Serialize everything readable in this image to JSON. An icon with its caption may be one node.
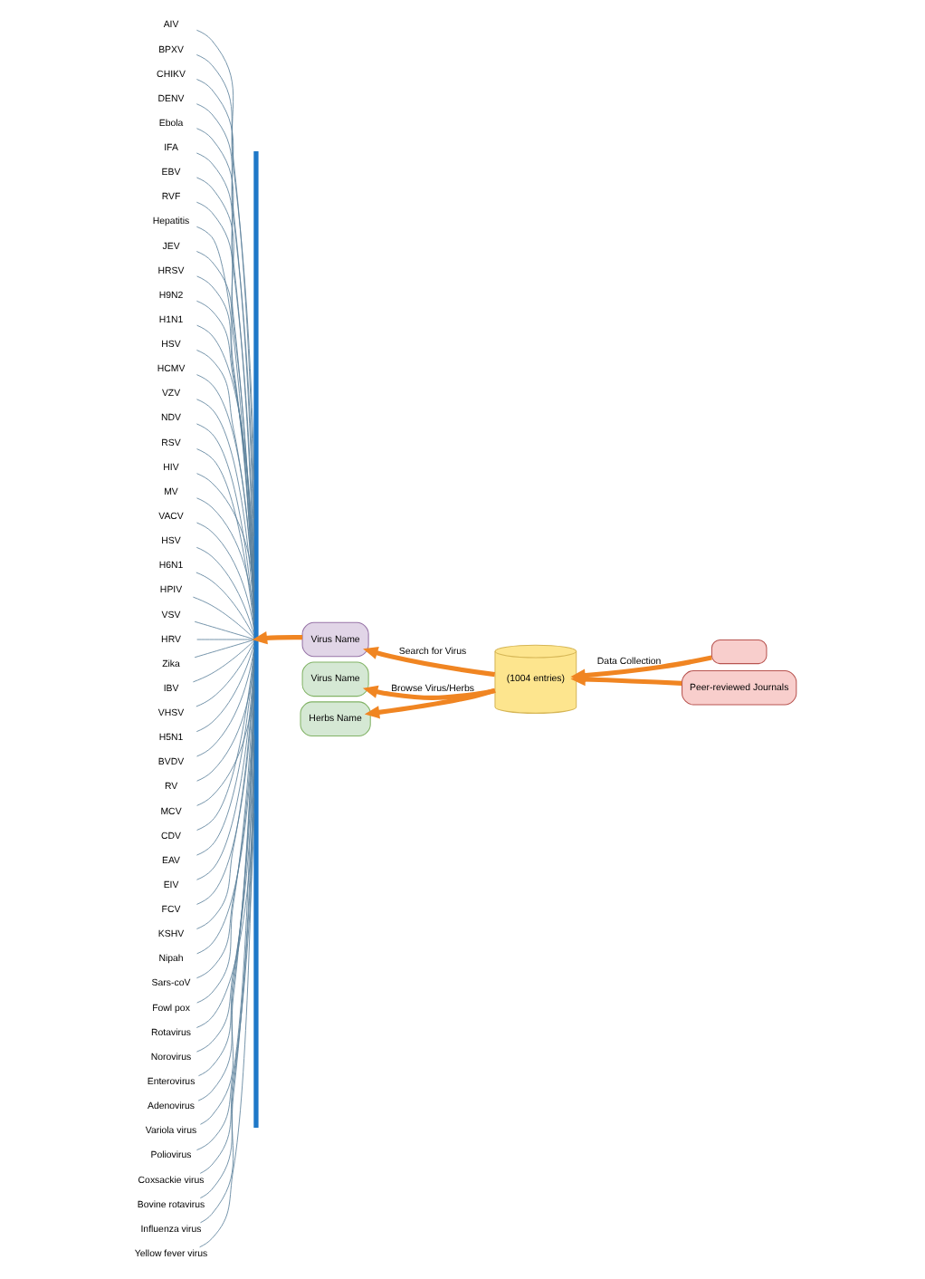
{
  "diagram": {
    "nodes": [
      {
        "text": [
          "AIV"
        ]
      },
      {
        "text": [
          "BPXV"
        ]
      },
      {
        "text": [
          "CHIKV"
        ]
      },
      {
        "text": [
          "DENV"
        ]
      },
      {
        "text": [
          "Ebola"
        ]
      },
      {
        "text": [
          "IFA"
        ]
      },
      {
        "text": [
          "EBV"
        ]
      },
      {
        "text": [
          "RVF"
        ]
      },
      {
        "text": [
          "Hepatitis"
        ]
      },
      {
        "text": [
          "JEV"
        ]
      },
      {
        "text": [
          "HRSV"
        ]
      },
      {
        "text": [
          "H9N2"
        ]
      },
      {
        "text": [
          "H1N1"
        ]
      },
      {
        "text": [
          "HSV"
        ]
      },
      {
        "text": [
          "HCMV"
        ]
      },
      {
        "text": [
          "VZV"
        ]
      },
      {
        "text": [
          "NDV"
        ]
      },
      {
        "text": [
          "RSV"
        ]
      },
      {
        "text": [
          "HIV"
        ]
      },
      {
        "text": [
          "MV"
        ]
      },
      {
        "text": [
          "VACV"
        ]
      },
      {
        "text": [
          "HSV"
        ]
      },
      {
        "text": [
          "H6N1"
        ]
      },
      {
        "text": [
          "HPIV"
        ]
      },
      {
        "text": [
          "VSV"
        ]
      },
      {
        "text": [
          "HRV"
        ]
      },
      {
        "text": [
          "Zika"
        ]
      },
      {
        "text": [
          "IBV"
        ]
      },
      {
        "text": [
          "VHSV"
        ]
      },
      {
        "text": [
          "H5N1"
        ]
      },
      {
        "text": [
          "BVDV"
        ]
      },
      {
        "text": [
          "RV"
        ]
      },
      {
        "text": [
          "MCV"
        ]
      },
      {
        "text": [
          "CDV"
        ]
      },
      {
        "text": [
          "EAV"
        ]
      },
      {
        "text": [
          "EIV"
        ]
      },
      {
        "text": [
          "FCV"
        ]
      },
      {
        "text": [
          "KSHV"
        ]
      },
      {
        "text": [
          "Nipah"
        ]
      },
      {
        "text": [
          "Sars-coV"
        ]
      },
      {
        "text": [
          "Fowl pox"
        ]
      },
      {
        "text": [
          "Rotavirus"
        ]
      },
      {
        "text": [
          "Norovirus"
        ]
      },
      {
        "text": [
          "Enterovirus"
        ]
      },
      {
        "text": [
          "Adenovirus"
        ]
      },
      {
        "text": [
          "Variola virus"
        ]
      },
      {
        "text": [
          "Poliovirus"
        ]
      },
      {
        "text": [
          "Coxsackie virus"
        ]
      },
      {
        "text": [
          "Bovine rotavirus"
        ]
      },
      {
        "text": [
          "Influenza virus"
        ]
      },
      {
        "text": [
          "Yellow fever virus"
        ]
      },
      {
        "text": [],
        "shape": "bar"
      },
      {
        "text": [],
        "shape": "box"
      },
      {
        "text": [
          "Peer-reviewed Journals"
        ]
      },
      {
        "text": [
          "(1004 entries)"
        ]
      },
      {
        "text": [
          "Virus Name"
        ]
      },
      {
        "text": [
          "Virus Name"
        ]
      },
      {
        "text": [
          "Herbs Name"
        ]
      }
    ],
    "edges": [
      {
        "from": 52,
        "to": 54,
        "arrow": "to",
        "label": "Data Collection",
        "style": "thick",
        "color": "#f08522"
      },
      {
        "from": 53,
        "to": 54,
        "arrow": "to",
        "style": "thick",
        "color": "#f08522"
      },
      {
        "from": 54,
        "to": 55,
        "arrow": "to",
        "label": "Search for Virus",
        "style": "thick",
        "color": "#f08522"
      },
      {
        "from": 55,
        "to": 51,
        "arrow": "to",
        "style": "thick",
        "color": "#f08522"
      },
      {
        "from": 54,
        "to": 56,
        "arrow": "to",
        "label": "Browse Virus/Herbs",
        "style": "thick",
        "color": "#f08522"
      },
      {
        "from": 54,
        "to": 57,
        "arrow": "to",
        "style": "thick",
        "color": "#f08522"
      },
      {
        "from": 0,
        "to": 51,
        "arrow": "none"
      },
      {
        "from": 1,
        "to": 51,
        "arrow": "none"
      },
      {
        "from": 2,
        "to": 51,
        "arrow": "none"
      },
      {
        "from": 3,
        "to": 51,
        "arrow": "none"
      },
      {
        "from": 4,
        "to": 51,
        "arrow": "none"
      },
      {
        "from": 5,
        "to": 51,
        "arrow": "none"
      },
      {
        "from": 6,
        "to": 51,
        "arrow": "none"
      },
      {
        "from": 7,
        "to": 51,
        "arrow": "none"
      },
      {
        "from": 8,
        "to": 51,
        "arrow": "none"
      },
      {
        "from": 9,
        "to": 51,
        "arrow": "none"
      },
      {
        "from": 10,
        "to": 51,
        "arrow": "none"
      },
      {
        "from": 11,
        "to": 51,
        "arrow": "none"
      },
      {
        "from": 12,
        "to": 51,
        "arrow": "none"
      },
      {
        "from": 13,
        "to": 51,
        "arrow": "none"
      },
      {
        "from": 14,
        "to": 51,
        "arrow": "none"
      },
      {
        "from": 15,
        "to": 51,
        "arrow": "none"
      },
      {
        "from": 16,
        "to": 51,
        "arrow": "none"
      },
      {
        "from": 17,
        "to": 51,
        "arrow": "none"
      },
      {
        "from": 18,
        "to": 51,
        "arrow": "none"
      },
      {
        "from": 19,
        "to": 51,
        "arrow": "none"
      },
      {
        "from": 20,
        "to": 51,
        "arrow": "none"
      },
      {
        "from": 21,
        "to": 51,
        "arrow": "none"
      },
      {
        "from": 22,
        "to": 51,
        "arrow": "none"
      },
      {
        "from": 23,
        "to": 51,
        "arrow": "none"
      },
      {
        "from": 24,
        "to": 51,
        "arrow": "none"
      },
      {
        "from": 25,
        "to": 51,
        "arrow": "none"
      },
      {
        "from": 26,
        "to": 51,
        "arrow": "none"
      },
      {
        "from": 27,
        "to": 51,
        "arrow": "none"
      },
      {
        "from": 28,
        "to": 51,
        "arrow": "none"
      },
      {
        "from": 29,
        "to": 51,
        "arrow": "none"
      },
      {
        "from": 30,
        "to": 51,
        "arrow": "none"
      },
      {
        "from": 31,
        "to": 51,
        "arrow": "none"
      },
      {
        "from": 32,
        "to": 51,
        "arrow": "none"
      },
      {
        "from": 33,
        "to": 51,
        "arrow": "none"
      },
      {
        "from": 34,
        "to": 51,
        "arrow": "none"
      },
      {
        "from": 35,
        "to": 51,
        "arrow": "none"
      },
      {
        "from": 36,
        "to": 51,
        "arrow": "none"
      },
      {
        "from": 37,
        "to": 51,
        "arrow": "none"
      },
      {
        "from": 38,
        "to": 51,
        "arrow": "none"
      },
      {
        "from": 39,
        "to": 51,
        "arrow": "none"
      },
      {
        "from": 40,
        "to": 51,
        "arrow": "none"
      },
      {
        "from": 41,
        "to": 51,
        "arrow": "none"
      },
      {
        "from": 42,
        "to": 51,
        "arrow": "none"
      },
      {
        "from": 43,
        "to": 51,
        "arrow": "none"
      },
      {
        "from": 44,
        "to": 51,
        "arrow": "none"
      },
      {
        "from": 45,
        "to": 51,
        "arrow": "none"
      },
      {
        "from": 46,
        "to": 51,
        "arrow": "none"
      },
      {
        "from": 47,
        "to": 51,
        "arrow": "none"
      },
      {
        "from": 48,
        "to": 51,
        "arrow": "none"
      },
      {
        "from": 49,
        "to": 51,
        "arrow": "none"
      },
      {
        "from": 50,
        "to": 51,
        "arrow": "none"
      }
    ]
  }
}
